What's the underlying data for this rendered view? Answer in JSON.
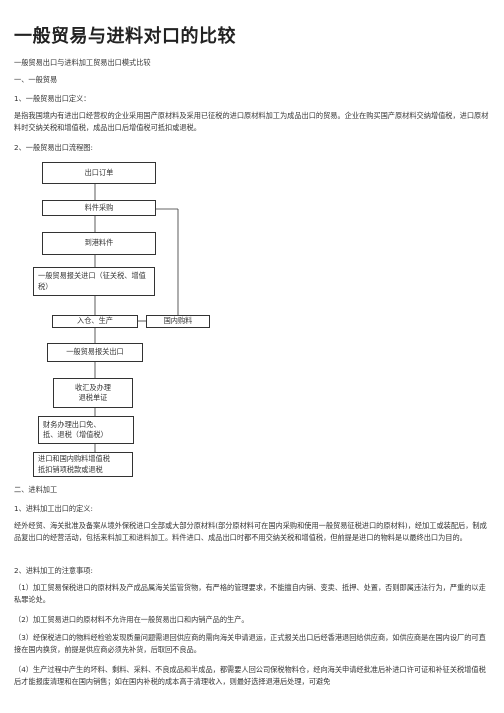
{
  "title": "一般贸易与进料对口的比较",
  "paragraphs": {
    "p1": "一般贸易出口与进料加工贸易出口模式比较",
    "p2": "一、一般贸易",
    "p3": "1、一般贸易出口定义：",
    "p4": "是指我国境内有进出口经营权的企业采用国产原材料及采用已征税的进口原材料加工为成品出口的贸易。企业在购买国产原材料交纳增值税，进口原材料时交纳关税和增值税，成品出口后增值税可抵扣或退税。",
    "p5": "2、一般贸易出口流程图:",
    "p6": "二、进料加工",
    "p7": "1、进料加工出口的定义:",
    "p8": "经外经贸、海关批准及备案从境外保税进口全部或大部分原材料(部分原材料可在国内采购和使用一般贸易征税进口的原材料)，经加工或装配后，制成品复出口的经营活动，包括来料加工和进料加工。料件进口、成品出口时都不用交纳关税和增值税，但前提是进口的物料是以最终出口为目的。",
    "p9": "2、进料加工的注意事项:",
    "p10": "（1）加工贸易保税进口的原材料及产成品属海关监管货物，有严格的管理要求，不能擅自内销、变卖、抵押、处置，否则即属违法行为，严重的以走私罪论处。",
    "p11": "（2）加工贸易进口的原材料不允许用在一般贸易出口和内销产品的生产。",
    "p12": "（3）经保税进口的物料经检验发现质量问题需退回供应商的需向海关申请退运，正式报关出口后经香港退回给供应商，如供应商是在国内设厂的可直接在国内换货，前提是供应商必须先补货，后取回不良品。",
    "p13": "（4）生产过程中产生的坏料、剩料、采料、不良成品和半成品，都需要人回公司保税物料仓，经向海关申请经批准后补进口许可证和补征关税增值税后才能报废清理和在国内销售；如在国内补税的成本高于清理收入，则最好选择退港后处理，可避免"
  },
  "flow": {
    "b1": "出口订单",
    "b2": "料件采购",
    "b3": "到港料件",
    "b4": "一般贸易报关进口（征关税、增值税）",
    "b5": "入仓、生产",
    "b6": "国内购料",
    "b7": "一般贸易报关出口",
    "b8a": "收汇及办理",
    "b8b": "退税单证",
    "b9a": "财务办理出口免、",
    "b9b": "抵、退税（增值税）",
    "b10a": "进口和国内购料增值税",
    "b10b": "抵扣销项税款或退税"
  }
}
